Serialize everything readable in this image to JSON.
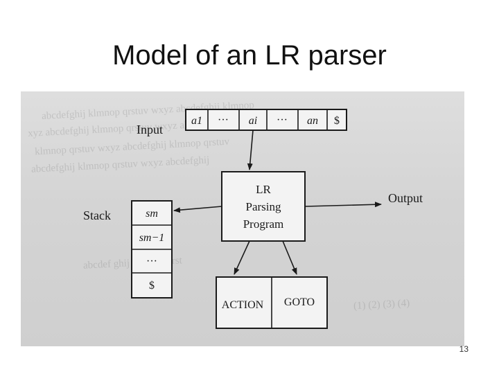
{
  "slide": {
    "title": "Model of an LR parser",
    "number": "13"
  },
  "diagram": {
    "input_label": "Input",
    "input_cells": [
      "a1",
      "···",
      "ai",
      "···",
      "an",
      "$"
    ],
    "stack_label": "Stack",
    "stack_cells": [
      "sm",
      "sm−1",
      "···",
      "$"
    ],
    "program_lines": [
      "LR",
      "Parsing",
      "Program"
    ],
    "output_label": "Output",
    "action_label": "ACTION",
    "goto_label": "GOTO"
  }
}
